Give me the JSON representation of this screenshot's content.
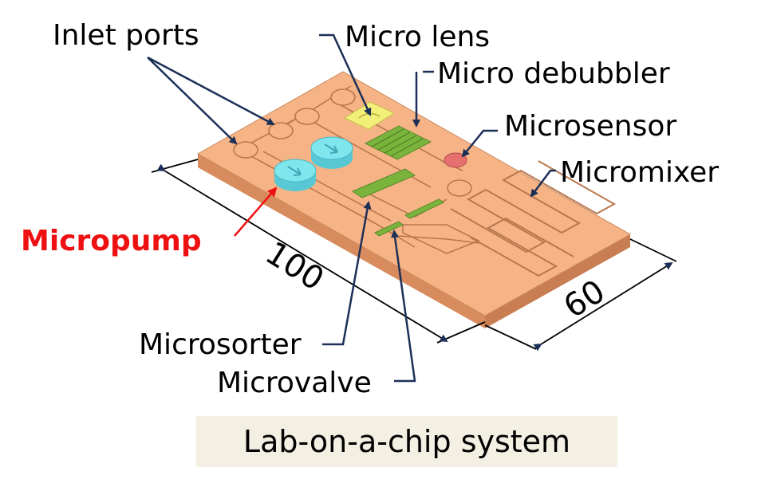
{
  "labels": {
    "inlet_ports": "Inlet ports",
    "micro_lens": "Micro lens",
    "micro_debubbler": "Micro debubbler",
    "microsensor": "Microsensor",
    "micromixer": "Micromixer",
    "micropump": "Micropump",
    "microsorter": "Microsorter",
    "microvalve": "Microvalve"
  },
  "dimensions": {
    "length": "100",
    "width": "60"
  },
  "caption": "Lab-on-a-chip system",
  "colors": {
    "chip_top": "#f6b486",
    "chip_side": "#e0956a",
    "pump": "#7fe6ee",
    "lens": "#f3f07a",
    "debubbler": "#7ab43c",
    "sensor": "#e66f6f",
    "leader": "#1c2f57",
    "micropump_label": "#ee1111"
  }
}
